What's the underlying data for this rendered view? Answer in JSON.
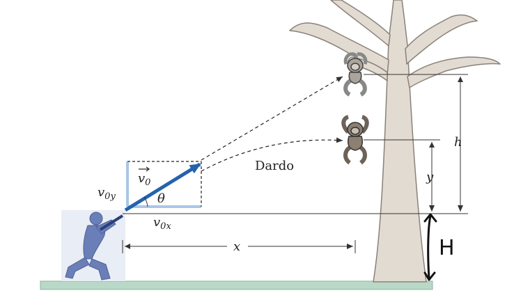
{
  "labels": {
    "v0": "v",
    "v0_sub": "0",
    "theta": "θ",
    "v0y": "v",
    "v0y_sub": "0y",
    "v0x": "v",
    "v0x_sub": "0x",
    "dart": "Dardo",
    "x": "x",
    "y": "y",
    "h": "h",
    "H": "H"
  },
  "colors": {
    "ground": "#b9d8c8",
    "tree": "#e2dbd2",
    "tree_outline": "#8a8178",
    "person": "#6a7fb8",
    "velocity_arrow": "#2462ad",
    "component_lines": "#a9c6e6",
    "monkey_top": "#aaa49d",
    "monkey_falling": "#8d7f72",
    "handwriting": "#111111"
  },
  "icons": [
    "person-shooting-icon",
    "tree-icon",
    "monkey-hanging-icon",
    "monkey-falling-icon"
  ]
}
